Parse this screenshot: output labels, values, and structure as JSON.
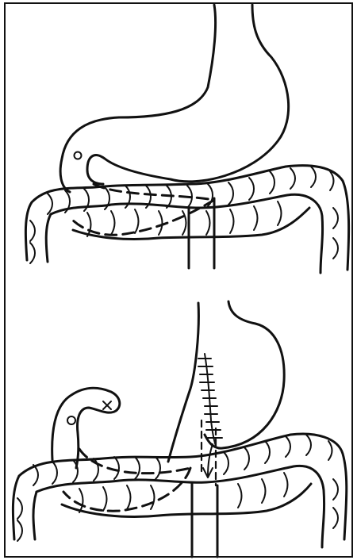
{
  "figure": {
    "panels": [
      {
        "id": "upper-panel"
      },
      {
        "id": "lower-panel"
      }
    ],
    "colors": {
      "ink": "#111111",
      "paper": "#ffffff"
    },
    "icons": [
      "stomach-outline",
      "colon-outline",
      "suture-line",
      "arrow-down"
    ]
  }
}
